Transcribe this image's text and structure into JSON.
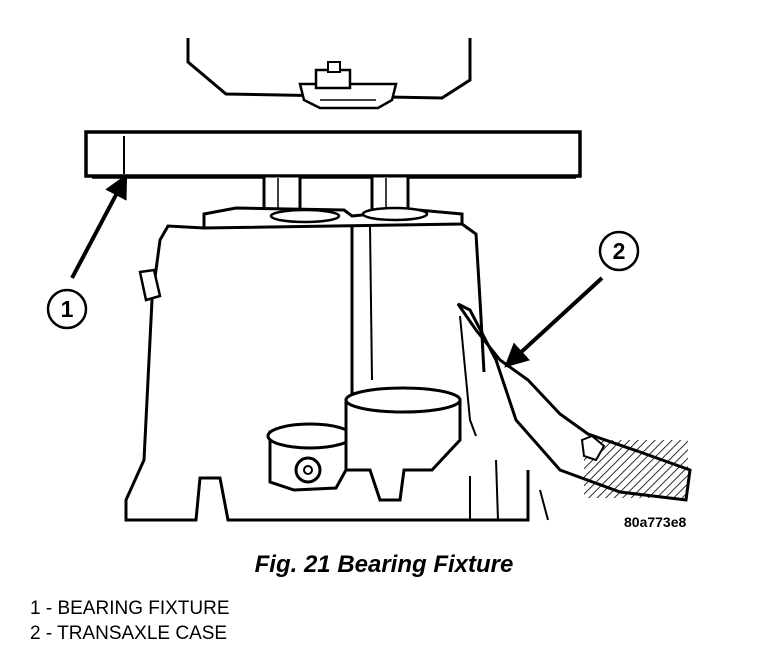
{
  "figure": {
    "callouts": [
      {
        "number": "1"
      },
      {
        "number": "2"
      }
    ],
    "reference_code": "80a773e8"
  },
  "caption": "Fig. 21 Bearing Fixture",
  "legend": [
    {
      "text": "1 - BEARING FIXTURE"
    },
    {
      "text": "2 - TRANSAXLE CASE"
    }
  ]
}
